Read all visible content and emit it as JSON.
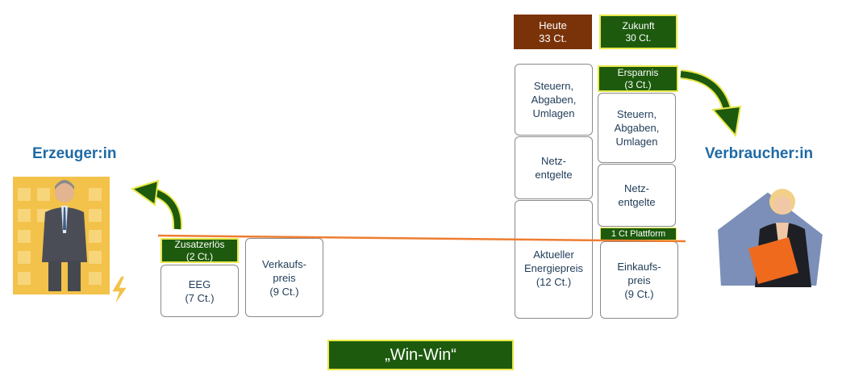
{
  "labels": {
    "producer": "Erzeuger:in",
    "consumer": "Verbraucher:in",
    "win_win": "„Win-Win“"
  },
  "producer_boxes": {
    "zusatzerloes": "Zusatzerlös\n(2 Ct.)",
    "eeg": "EEG\n(7 Ct.)",
    "verkaufspreis": "Verkaufs-\npreis\n(9 Ct.)"
  },
  "today": {
    "header": "Heute\n33 Ct.",
    "steuern": "Steuern,\nAbgaben,\nUmlagen",
    "netz": "Netz-\nentgelte",
    "energie": "Aktueller\nEnergiepreis\n(12 Ct.)"
  },
  "future": {
    "header": "Zukunft\n30 Ct.",
    "ersparnis": "Ersparnis\n(3 Ct.)",
    "steuern": "Steuern,\nAbgaben,\nUmlagen",
    "netz": "Netz-\nentgelte",
    "plattform": "1 Ct Plattform",
    "einkauf": "Einkaufs-\npreis\n(9 Ct.)"
  },
  "colors": {
    "green": "#1d5a0e",
    "brown": "#7a3309",
    "yellow_border": "#e8e84a",
    "blue_text": "#1f6aa5",
    "orange_line": "#ed7d31"
  },
  "icons": [
    "curved-arrow-up-icon",
    "curved-arrow-down-icon",
    "lightning-icon"
  ]
}
